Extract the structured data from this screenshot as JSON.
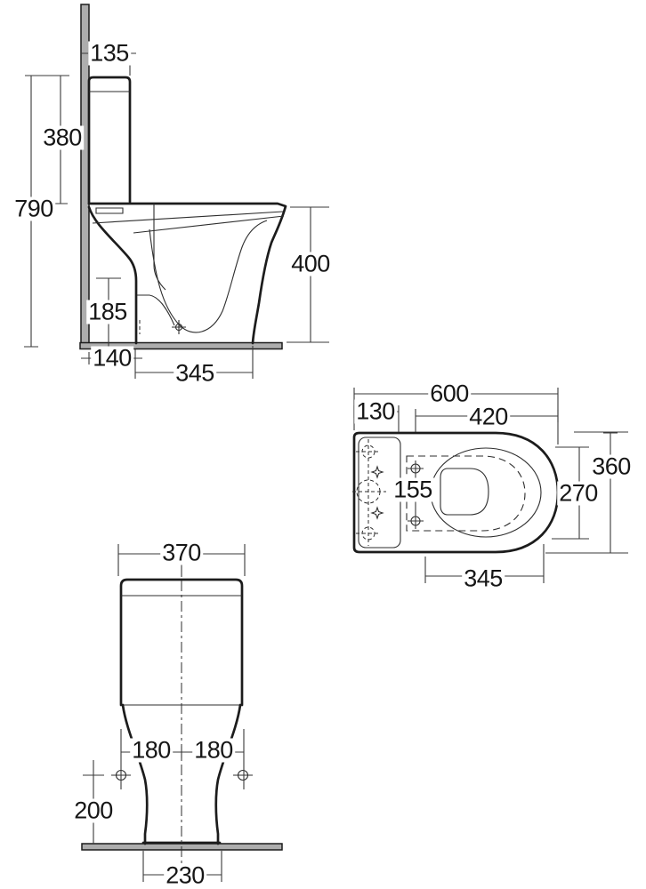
{
  "drawing": {
    "title": "close-coupled toilet dimensional drawing",
    "units": "mm",
    "views": [
      "side-elevation",
      "plan",
      "front-elevation"
    ]
  },
  "colors": {
    "line": "#1c1c1c",
    "surface_gray": "#adadad",
    "background": "#ffffff"
  },
  "views": {
    "side": {
      "name": "side elevation",
      "dims": {
        "cistern_depth": "135",
        "cistern_height": "380",
        "overall_height": "790",
        "rim_height": "400",
        "outlet_height": "185",
        "outlet_setout": "140",
        "pan_projection": "345"
      }
    },
    "plan": {
      "name": "plan view",
      "dims": {
        "overall_length": "600",
        "cistern_depth": "130",
        "seat_length": "420",
        "overall_width": "360",
        "bowl_width": "270",
        "seat_hole_centres": "155",
        "bowl_length": "345"
      }
    },
    "front": {
      "name": "front elevation",
      "dims": {
        "cistern_width": "370",
        "fixing_offset_left": "180",
        "fixing_offset_right": "180",
        "fixing_height": "200",
        "base_width": "230"
      }
    }
  }
}
